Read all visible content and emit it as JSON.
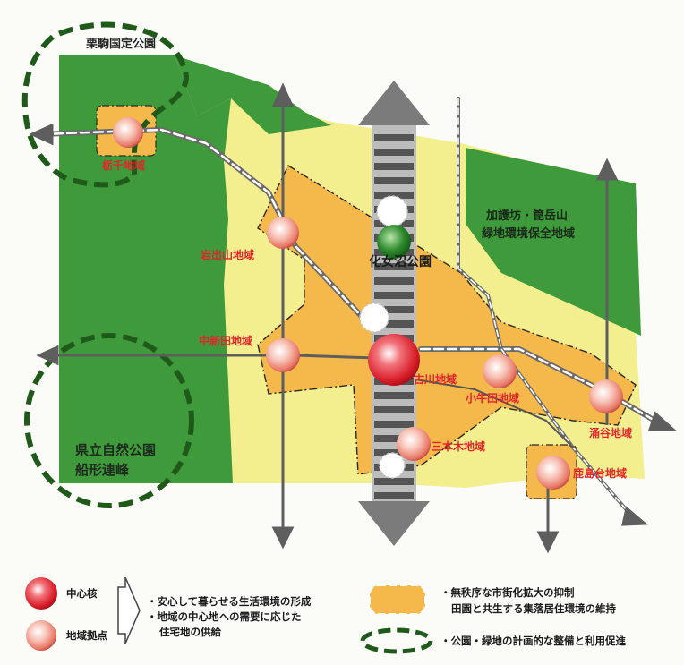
{
  "labels": {
    "national_park": "栗駒国定公園",
    "conservation_area_line1": "加護坊・箟岳山",
    "conservation_area_line2": "緑地環境保全地域",
    "prefectural_park_line1": "県立自然公園",
    "prefectural_park_line2": "船形連峰",
    "kezunuma_park": "化女沼公園"
  },
  "districts": [
    {
      "id": "sekiguchi",
      "name": "栃千地域",
      "type": "local"
    },
    {
      "id": "iwadeyama",
      "name": "岩出山地域",
      "type": "local"
    },
    {
      "id": "nakaniida",
      "name": "中新田地域",
      "type": "local"
    },
    {
      "id": "furukawa",
      "name": "古川地域",
      "type": "center"
    },
    {
      "id": "kogota",
      "name": "小牛田地域",
      "type": "local"
    },
    {
      "id": "wakuya",
      "name": "涌谷地域",
      "type": "local"
    },
    {
      "id": "sanbongi",
      "name": "三本木地域",
      "type": "local"
    },
    {
      "id": "kashimadai",
      "name": "鹿島台地域",
      "type": "local"
    }
  ],
  "legend": {
    "center_core": "中心核",
    "local_base": "地域拠点",
    "policy1_line1": "・安心して暮らせる生活環境の形成",
    "policy1_line2": "・地域の中心地への需要に応じた",
    "policy1_line3": "住宅地の供給",
    "urban_line1": "・無秩序な市街化拡大の抑制",
    "urban_line2": "田園と共生する集落居住環境の維持",
    "green_line1": "・公園・緑地の計画的な整備と利用促進"
  },
  "colors": {
    "green": "#3f9a3b",
    "yellow": "#f3ee8e",
    "orange": "#f5b84a",
    "red_text": "#e0262a",
    "dark_green": "#1f5a1a"
  }
}
